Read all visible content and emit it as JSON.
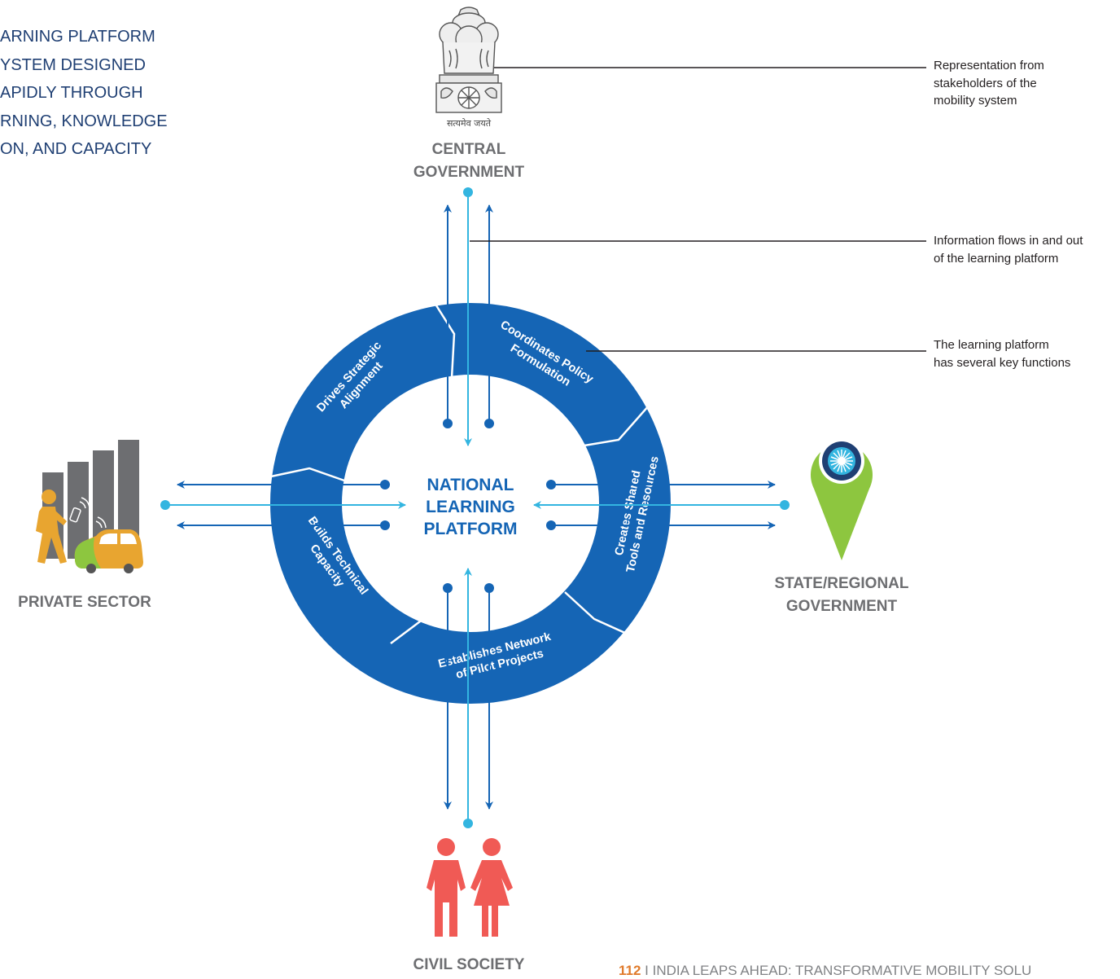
{
  "intro_lines": [
    "ARNING PLATFORM",
    "YSTEM DESIGNED",
    "APIDLY THROUGH",
    "RNING, KNOWLEDGE",
    "ON, AND CAPACITY"
  ],
  "center": {
    "line1": "NATIONAL",
    "line2": "LEARNING",
    "line3": "PLATFORM"
  },
  "stakeholders": {
    "central": {
      "line1": "CENTRAL",
      "line2": "GOVERNMENT",
      "motto": "सत्यमेव जयते"
    },
    "private": {
      "label": "PRIVATE SECTOR"
    },
    "state": {
      "line1": "STATE/REGIONAL",
      "line2": "GOVERNMENT"
    },
    "civil": {
      "label": "CIVIL SOCIETY"
    }
  },
  "functions": {
    "coordinates": {
      "line1": "Coordinates Policy",
      "line2": "Formulation"
    },
    "creates": {
      "line1": "Creates Shared",
      "line2": "Tools and Resources"
    },
    "establishes": {
      "line1": "Establishes Network",
      "line2": "of Pilot Projects"
    },
    "builds": {
      "line1": "Builds Technical",
      "line2": "Capacity"
    },
    "drives": {
      "line1": "Drives Strategic",
      "line2": "Alignment"
    }
  },
  "callouts": {
    "representation": {
      "line1": "Representation from",
      "line2": "stakeholders of the",
      "line3": "mobility system"
    },
    "information": {
      "line1": "Information flows in and out",
      "line2": "of the learning platform"
    },
    "functions": {
      "line1": "The learning platform",
      "line2": "has several key functions"
    }
  },
  "footer": {
    "page_number": "112",
    "title": " I INDIA LEAPS AHEAD: TRANSFORMATIVE MOBILITY SOLU"
  },
  "colors": {
    "ring_blue": "#1565b5",
    "light_blue": "#33b5e0",
    "dark_blue_text": "#1f3f73",
    "grey_label": "#6d6e71",
    "pin_green": "#8dc63f",
    "civil_red": "#f05a55",
    "walker_orange": "#e8a530",
    "car_yellow": "#e8a530",
    "car_green": "#8dc63f"
  }
}
